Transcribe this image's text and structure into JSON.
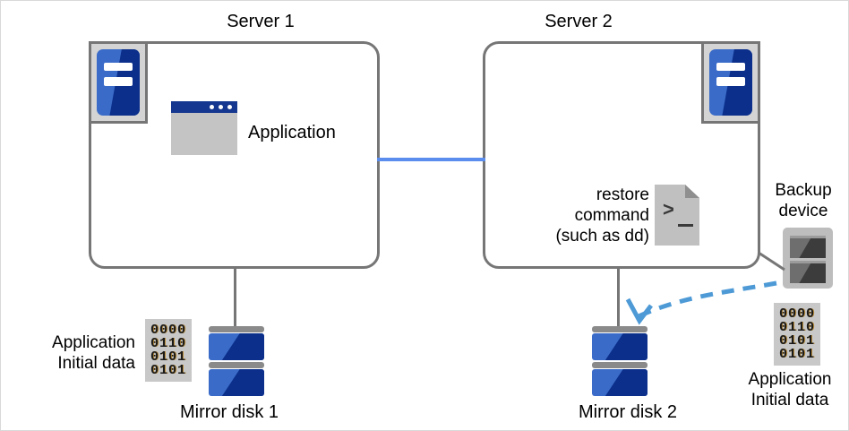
{
  "diagram": {
    "title_server1": "Server 1",
    "title_server2": "Server 2",
    "application_label": "Application",
    "restore_label": "restore\ncommand\n(such as dd)",
    "backup_device_label": "Backup\ndevice",
    "app_initial_data_left": "Application\nInitial data",
    "app_initial_data_right": "Application\nInitial data",
    "mirror_disk1_label": "Mirror disk 1",
    "mirror_disk2_label": "Mirror disk 2",
    "binary_data_left": "0000\n0110\n0101\n0101",
    "binary_data_right": "0000\n0110\n0101\n0101",
    "script_prompt": ">",
    "colors": {
      "box_border": "#767676",
      "server_icon_blue_light": "#3a6bc8",
      "server_icon_blue_dark": "#0b2f8a",
      "server_icon_frame": "#d4d4d4",
      "app_titlebar": "#15378f",
      "app_body": "#c4c4c4",
      "link_blue": "#5b8def",
      "dashed_arrow_blue": "#4e9ad6",
      "backup_device_gray": "#bdbdbd",
      "backup_drive_dark": "#3c3c3c",
      "binary_badge_gray": "#c8c8c8",
      "text": "#000000"
    }
  }
}
